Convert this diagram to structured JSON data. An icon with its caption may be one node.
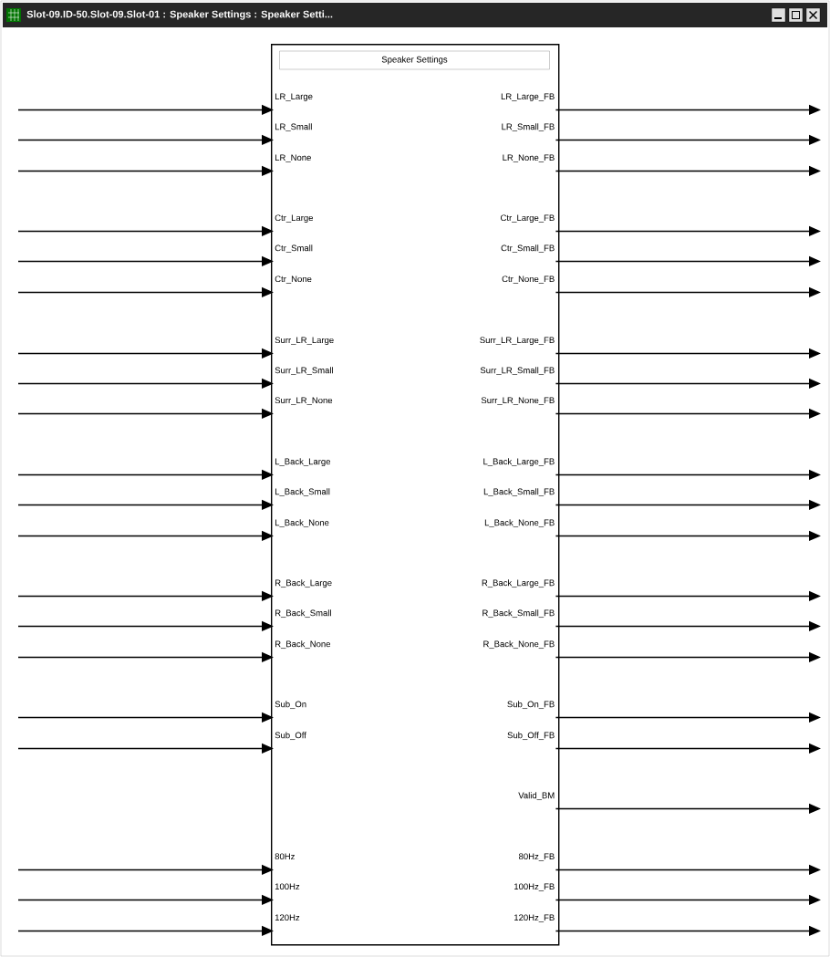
{
  "diagram": {
    "title": "Slot-09.ID-50.Slot-09.Slot-01 : Speaker Settings : Speaker Setti...",
    "nodes": [
      {
        "text": [
          "Speaker Settings"
        ]
      },
      {
        "text": [
          "LR_Large"
        ],
        "in": 0
      },
      {
        "text": [
          "LR_Large_FB"
        ],
        "in": 0
      },
      {
        "text": [
          "LR_Small"
        ],
        "in": 0
      },
      {
        "text": [
          "LR_Small_FB"
        ],
        "in": 0
      },
      {
        "text": [
          "LR_None"
        ],
        "in": 0
      },
      {
        "text": [
          "LR_None_FB"
        ],
        "in": 0
      },
      {
        "text": [
          "Ctr_Large"
        ],
        "in": 0
      },
      {
        "text": [
          "Ctr_Large_FB"
        ],
        "in": 0
      },
      {
        "text": [
          "Ctr_Small"
        ],
        "in": 0
      },
      {
        "text": [
          "Ctr_Small_FB"
        ],
        "in": 0
      },
      {
        "text": [
          "Ctr_None"
        ],
        "in": 0
      },
      {
        "text": [
          "Ctr_None_FB"
        ],
        "in": 0
      },
      {
        "text": [
          "Surr_LR_Large"
        ],
        "in": 0
      },
      {
        "text": [
          "Surr_LR_Large_FB"
        ],
        "in": 0
      },
      {
        "text": [
          "Surr_LR_Small"
        ],
        "in": 0
      },
      {
        "text": [
          "Surr_LR_Small_FB"
        ],
        "in": 0
      },
      {
        "text": [
          "Surr_LR_None"
        ],
        "in": 0
      },
      {
        "text": [
          "Surr_LR_None_FB"
        ],
        "in": 0
      },
      {
        "text": [
          "L_Back_Large"
        ],
        "in": 0
      },
      {
        "text": [
          "L_Back_Large_FB"
        ],
        "in": 0
      },
      {
        "text": [
          "L_Back_Small"
        ],
        "in": 0
      },
      {
        "text": [
          "L_Back_Small_FB"
        ],
        "in": 0
      },
      {
        "text": [
          "L_Back_None"
        ],
        "in": 0
      },
      {
        "text": [
          "L_Back_None_FB"
        ],
        "in": 0
      },
      {
        "text": [
          "R_Back_Large"
        ],
        "in": 0
      },
      {
        "text": [
          "R_Back_Large_FB"
        ],
        "in": 0
      },
      {
        "text": [
          "R_Back_Small"
        ],
        "in": 0
      },
      {
        "text": [
          "R_Back_Small_FB"
        ],
        "in": 0
      },
      {
        "text": [
          "R_Back_None"
        ],
        "in": 0
      },
      {
        "text": [
          "R_Back_None_FB"
        ],
        "in": 0
      },
      {
        "text": [
          "Sub_On"
        ],
        "in": 0
      },
      {
        "text": [
          "Sub_On_FB"
        ],
        "in": 0
      },
      {
        "text": [
          "Sub_Off"
        ],
        "in": 0
      },
      {
        "text": [
          "Sub_Off_FB"
        ],
        "in": 0
      },
      {
        "text": [
          "Valid_BM"
        ],
        "in": 0
      },
      {
        "text": [
          "80Hz"
        ],
        "in": 0
      },
      {
        "text": [
          "80Hz_FB"
        ],
        "in": 0
      },
      {
        "text": [
          "100Hz"
        ],
        "in": 0
      },
      {
        "text": [
          "100Hz_FB"
        ],
        "in": 0
      },
      {
        "text": [
          "120Hz"
        ],
        "in": 0
      },
      {
        "text": [
          "120Hz_FB"
        ],
        "in": 0
      }
    ],
    "edges": [
      {
        "from": null,
        "to": 1,
        "arrow": "to"
      },
      {
        "from": 2,
        "to": null,
        "arrow": "to"
      },
      {
        "from": null,
        "to": 3,
        "arrow": "to"
      },
      {
        "from": 4,
        "to": null,
        "arrow": "to"
      },
      {
        "from": null,
        "to": 5,
        "arrow": "to"
      },
      {
        "from": 6,
        "to": null,
        "arrow": "to"
      },
      {
        "from": null,
        "to": 7,
        "arrow": "to"
      },
      {
        "from": 8,
        "to": null,
        "arrow": "to"
      },
      {
        "from": null,
        "to": 9,
        "arrow": "to"
      },
      {
        "from": 10,
        "to": null,
        "arrow": "to"
      },
      {
        "from": null,
        "to": 11,
        "arrow": "to"
      },
      {
        "from": 12,
        "to": null,
        "arrow": "to"
      },
      {
        "from": null,
        "to": 13,
        "arrow": "to"
      },
      {
        "from": 14,
        "to": null,
        "arrow": "to"
      },
      {
        "from": null,
        "to": 15,
        "arrow": "to"
      },
      {
        "from": 16,
        "to": null,
        "arrow": "to"
      },
      {
        "from": null,
        "to": 17,
        "arrow": "to"
      },
      {
        "from": 18,
        "to": null,
        "arrow": "to"
      },
      {
        "from": null,
        "to": 19,
        "arrow": "to"
      },
      {
        "from": 20,
        "to": null,
        "arrow": "to"
      },
      {
        "from": null,
        "to": 21,
        "arrow": "to"
      },
      {
        "from": 22,
        "to": null,
        "arrow": "to"
      },
      {
        "from": null,
        "to": 23,
        "arrow": "to"
      },
      {
        "from": 24,
        "to": null,
        "arrow": "to"
      },
      {
        "from": null,
        "to": 25,
        "arrow": "to"
      },
      {
        "from": 26,
        "to": null,
        "arrow": "to"
      },
      {
        "from": null,
        "to": 27,
        "arrow": "to"
      },
      {
        "from": 28,
        "to": null,
        "arrow": "to"
      },
      {
        "from": null,
        "to": 29,
        "arrow": "to"
      },
      {
        "from": 30,
        "to": null,
        "arrow": "to"
      },
      {
        "from": null,
        "to": 31,
        "arrow": "to"
      },
      {
        "from": 32,
        "to": null,
        "arrow": "to"
      },
      {
        "from": null,
        "to": 33,
        "arrow": "to"
      },
      {
        "from": 34,
        "to": null,
        "arrow": "to"
      },
      {
        "from": 35,
        "to": null,
        "arrow": "to"
      },
      {
        "from": null,
        "to": 36,
        "arrow": "to"
      },
      {
        "from": 37,
        "to": null,
        "arrow": "to"
      },
      {
        "from": null,
        "to": 38,
        "arrow": "to"
      },
      {
        "from": 39,
        "to": null,
        "arrow": "to"
      },
      {
        "from": null,
        "to": 40,
        "arrow": "to"
      },
      {
        "from": 41,
        "to": null,
        "arrow": "to"
      }
    ]
  }
}
